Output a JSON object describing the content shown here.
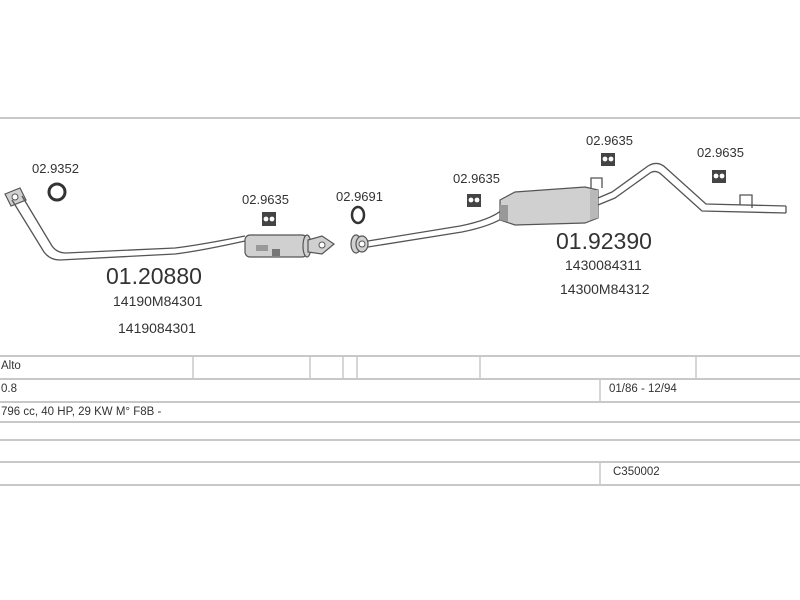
{
  "parts": {
    "hanger_1": "02.9352",
    "hanger_2": "02.9635",
    "gasket_1": "02.9691",
    "hanger_3": "02.9635",
    "hanger_4": "02.9635",
    "hanger_5": "02.9635",
    "front_section": {
      "number": "01.20880",
      "oem": [
        "14190M84301",
        "1419084301"
      ]
    },
    "rear_section": {
      "number": "01.92390",
      "oem": [
        "1430084311",
        "14300M84312"
      ]
    }
  },
  "table": {
    "model": "Alto",
    "engine": "0.8",
    "years": "01/86 - 12/94",
    "specs": "796 cc, 40 HP, 29 KW M° F8B -",
    "code": "C350002"
  }
}
